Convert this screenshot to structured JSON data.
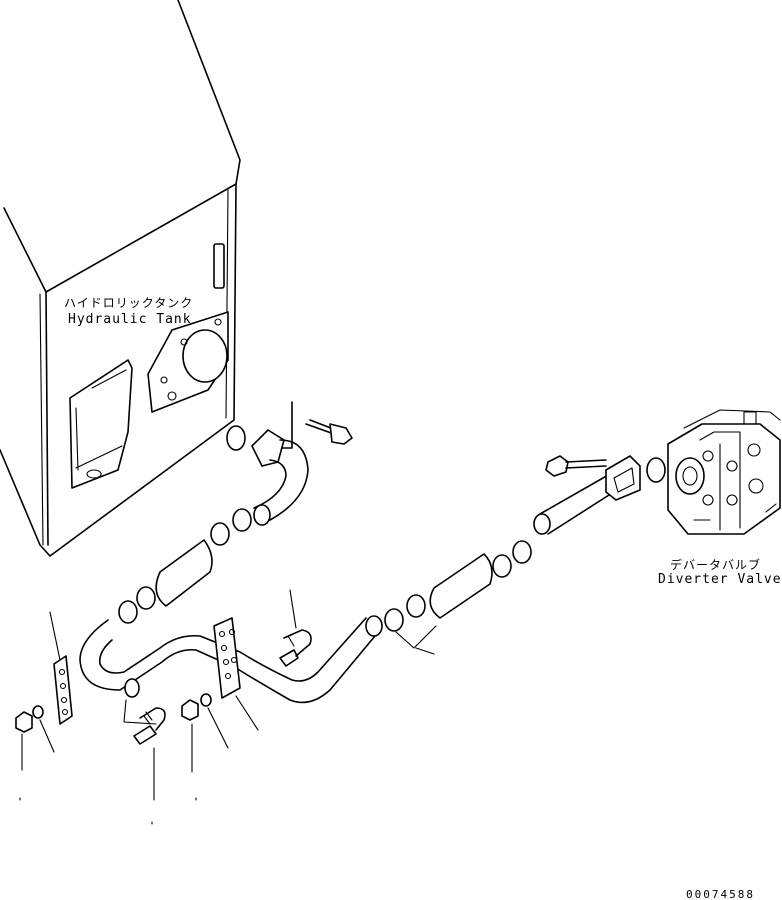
{
  "labels": {
    "hydraulic_tank_jp": "ハイドロリックタンク",
    "hydraulic_tank_en": "Hydraulic Tank",
    "diverter_valve_jp": "デバータバルブ",
    "diverter_valve_en": "Diverter Valve"
  },
  "drawing_number": "00074588"
}
